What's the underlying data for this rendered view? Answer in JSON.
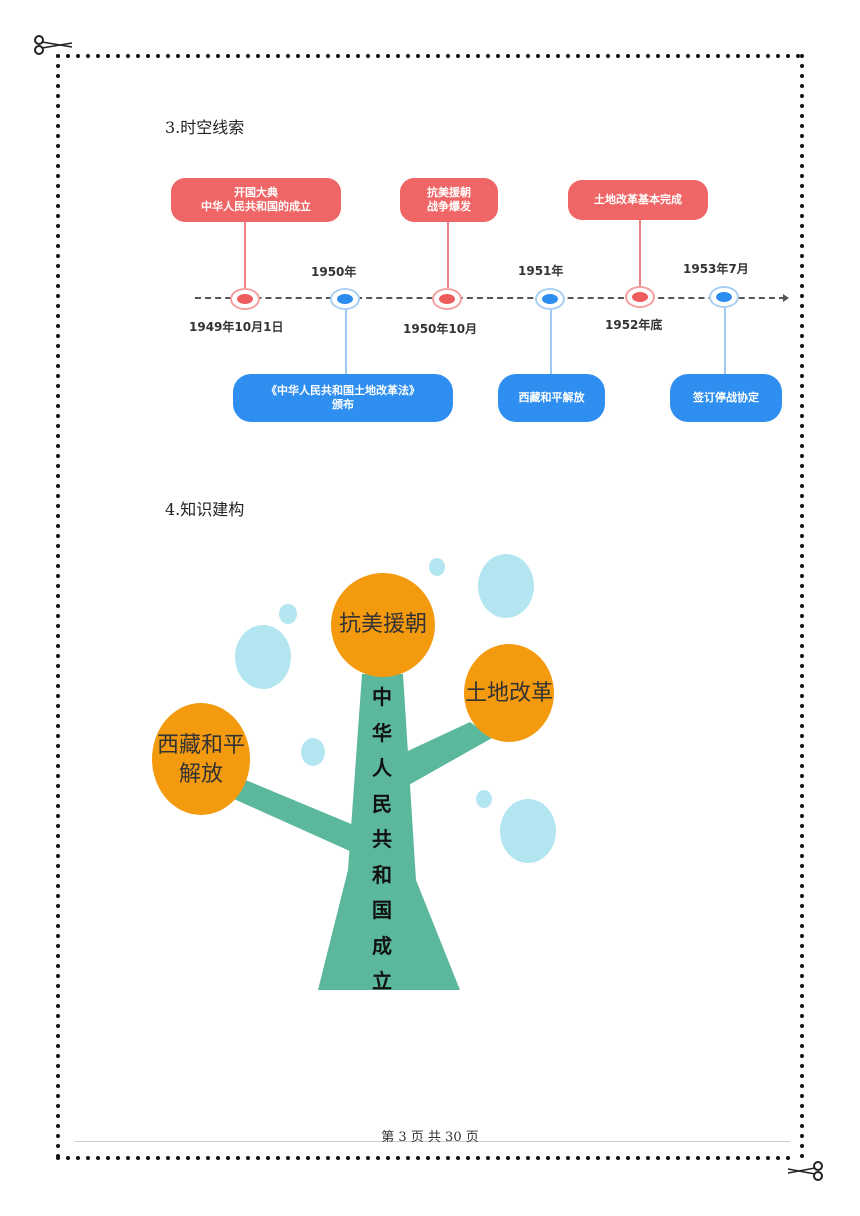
{
  "sections": {
    "timeline_title": "3.时空线索",
    "structure_title": "4.知识建构"
  },
  "timeline": {
    "events_top": [
      {
        "label": "开国大典\n中华人民共和国的成立"
      },
      {
        "label": "抗美援朝\n战争爆发"
      },
      {
        "label": "土地改革基本完成"
      }
    ],
    "events_bottom": [
      {
        "label": "《中华人民共和国土地改革法》\n颁布"
      },
      {
        "label": "西藏和平解放"
      },
      {
        "label": "签订停战协定"
      }
    ],
    "dates": [
      "1949年10月1日",
      "1950年",
      "1950年10月",
      "1951年",
      "1952年底",
      "1953年7月"
    ]
  },
  "tree": {
    "trunk": [
      "中",
      "华",
      "人",
      "民",
      "共",
      "和",
      "国",
      "成",
      "立"
    ],
    "fruits": [
      "抗美援朝",
      "土地改革",
      "西藏和平\n解放"
    ],
    "colors": {
      "trunk": "#5bb89d",
      "fruit": "#f39a0f",
      "bubble": "#b3e6f0"
    }
  },
  "footer": {
    "page_text": "第 3 页 共 30 页"
  },
  "icons": [
    "scissors-icon"
  ]
}
